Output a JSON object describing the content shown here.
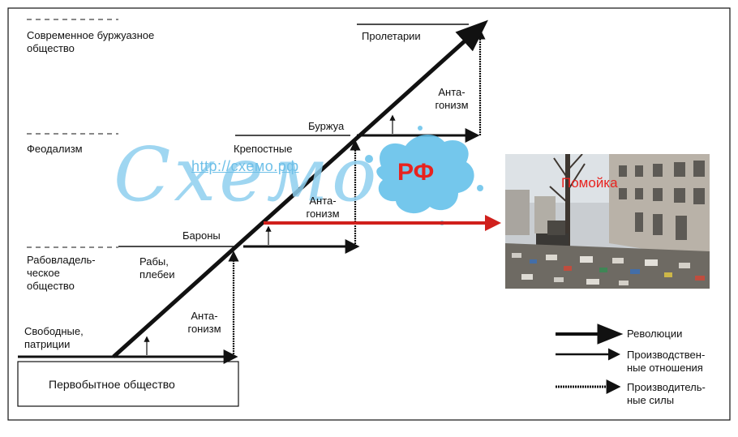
{
  "levels": {
    "modern": "Современное буржуазное общество",
    "feudal": "Феодализм",
    "slave": "Рабовладель-ческое общество",
    "primitive": "Первобытное общество"
  },
  "classes": {
    "free": "Свободные, патриции",
    "slaves": "Рабы, плебеи",
    "barons": "Бароны",
    "serfs": "Крепостные",
    "bourgeois": "Буржуа",
    "proletarians": "Пролетарии"
  },
  "antagonism": [
    "Анта-гонизм",
    "Анта-гонизм",
    "Анта-гонизм"
  ],
  "legend": {
    "revolutions": "Революции",
    "relations": "Производствен-ные отношения",
    "forces": "Производитель-ные силы"
  },
  "watermark": {
    "url": "http://схемо.рф",
    "logo": "Схемо",
    "rf": "РФ"
  },
  "photo": {
    "caption": "Помойка"
  },
  "colors": {
    "line": "#111111",
    "watermark": "#6fc0e8",
    "accent": "#e8231f"
  }
}
